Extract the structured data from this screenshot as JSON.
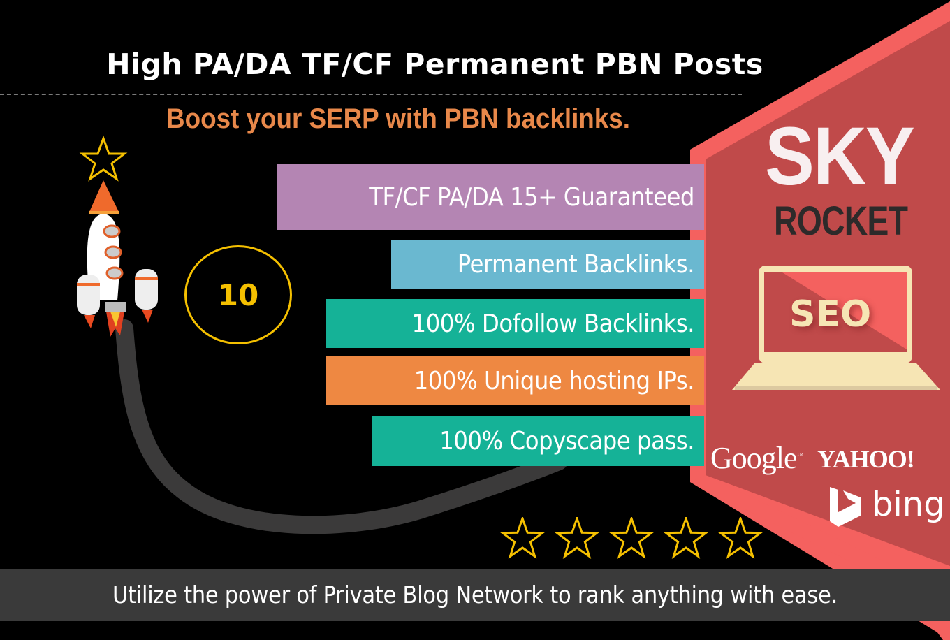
{
  "title": "High PA/DA TF/CF Permanent PBN Posts",
  "subtitle": "Boost your SERP with PBN backlinks.",
  "badge": {
    "value": "10"
  },
  "features": [
    {
      "label": "TF/CF PA/DA 15+ Guaranteed",
      "color": "#b485b3"
    },
    {
      "label": "Permanent Backlinks.",
      "color": "#6ab8d0"
    },
    {
      "label": "100% Dofollow Backlinks.",
      "color": "#15b297"
    },
    {
      "label": "100% Unique hosting IPs.",
      "color": "#ee8842"
    },
    {
      "label": "100% Copyscape pass.",
      "color": "#15b297"
    }
  ],
  "brand": {
    "line1": "SKY",
    "line2": "ROCKET"
  },
  "laptop": {
    "screen_text": "SEO"
  },
  "search_engines": {
    "google": "Google",
    "google_tm": "™",
    "yahoo": "YAHOO!",
    "bing": "bing"
  },
  "rating": {
    "stars": 5
  },
  "footer": "Utilize the power of Private Blog Network to rank anything with ease.",
  "colors": {
    "panel": "#c04a4a",
    "panel_edge": "#f4615f",
    "star": "#f5c000",
    "accent_orange": "#e8884a"
  }
}
